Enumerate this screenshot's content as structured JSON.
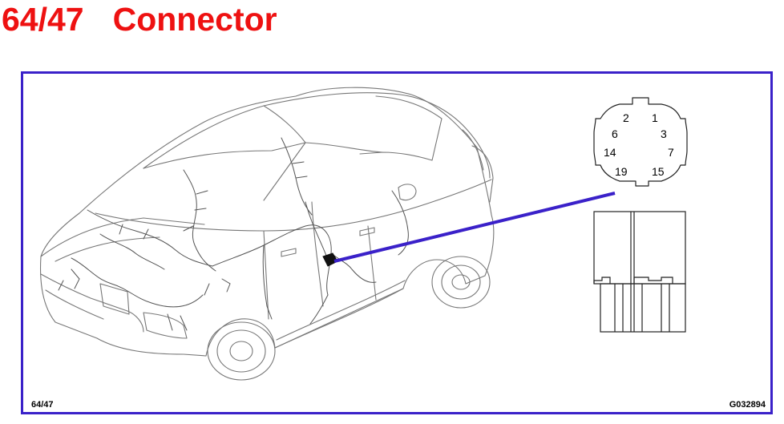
{
  "header": {
    "code": "64/47",
    "name": "Connector"
  },
  "diagram": {
    "label_left": "64/47",
    "label_right": "G032894",
    "leader_color": "#3a21c9",
    "title_color": "#ee1111",
    "connector_pins": {
      "p1": "1",
      "p2": "2",
      "p3": "3",
      "p6": "6",
      "p7": "7",
      "p14": "14",
      "p15": "15",
      "p19": "19"
    }
  }
}
